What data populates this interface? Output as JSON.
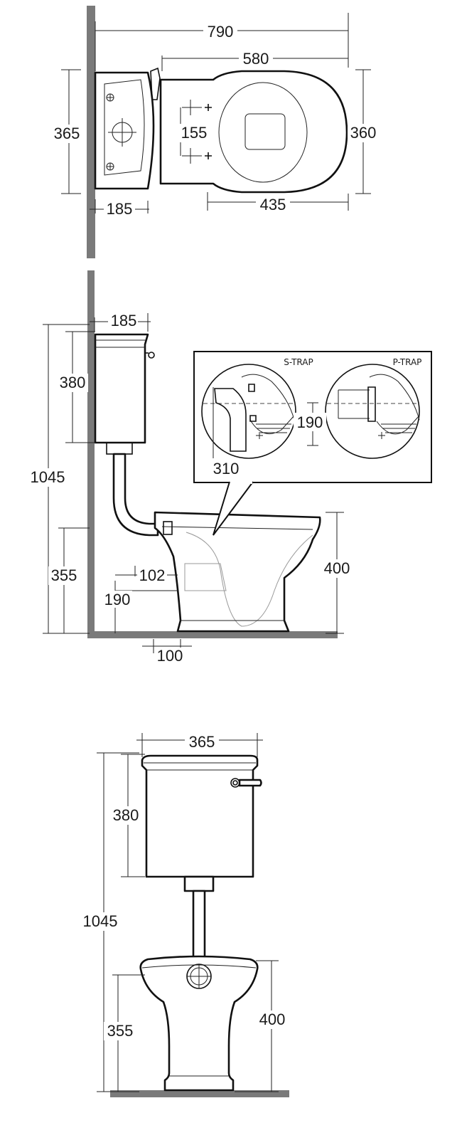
{
  "plan_view": {
    "overall_length": "790",
    "pan_length": "580",
    "cistern_width": "365",
    "fixing_centres": "155",
    "pan_width": "360",
    "cistern_depth": "185",
    "pan_front_depth": "435"
  },
  "side_view": {
    "cistern_depth": "185",
    "cistern_height": "380",
    "total_height": "1045",
    "inlet_height": "355",
    "outlet_offset": "102",
    "outlet_height": "190",
    "rim_height": "400",
    "outlet_from_wall": "100",
    "detail": {
      "s_trap_label": "S-TRAP",
      "p_trap_label": "P-TRAP",
      "s_trap_height": "310",
      "p_trap_height": "190"
    }
  },
  "front_view": {
    "cistern_width": "365",
    "cistern_height": "380",
    "total_height": "1045",
    "inlet_height": "355",
    "rim_height": "400"
  }
}
